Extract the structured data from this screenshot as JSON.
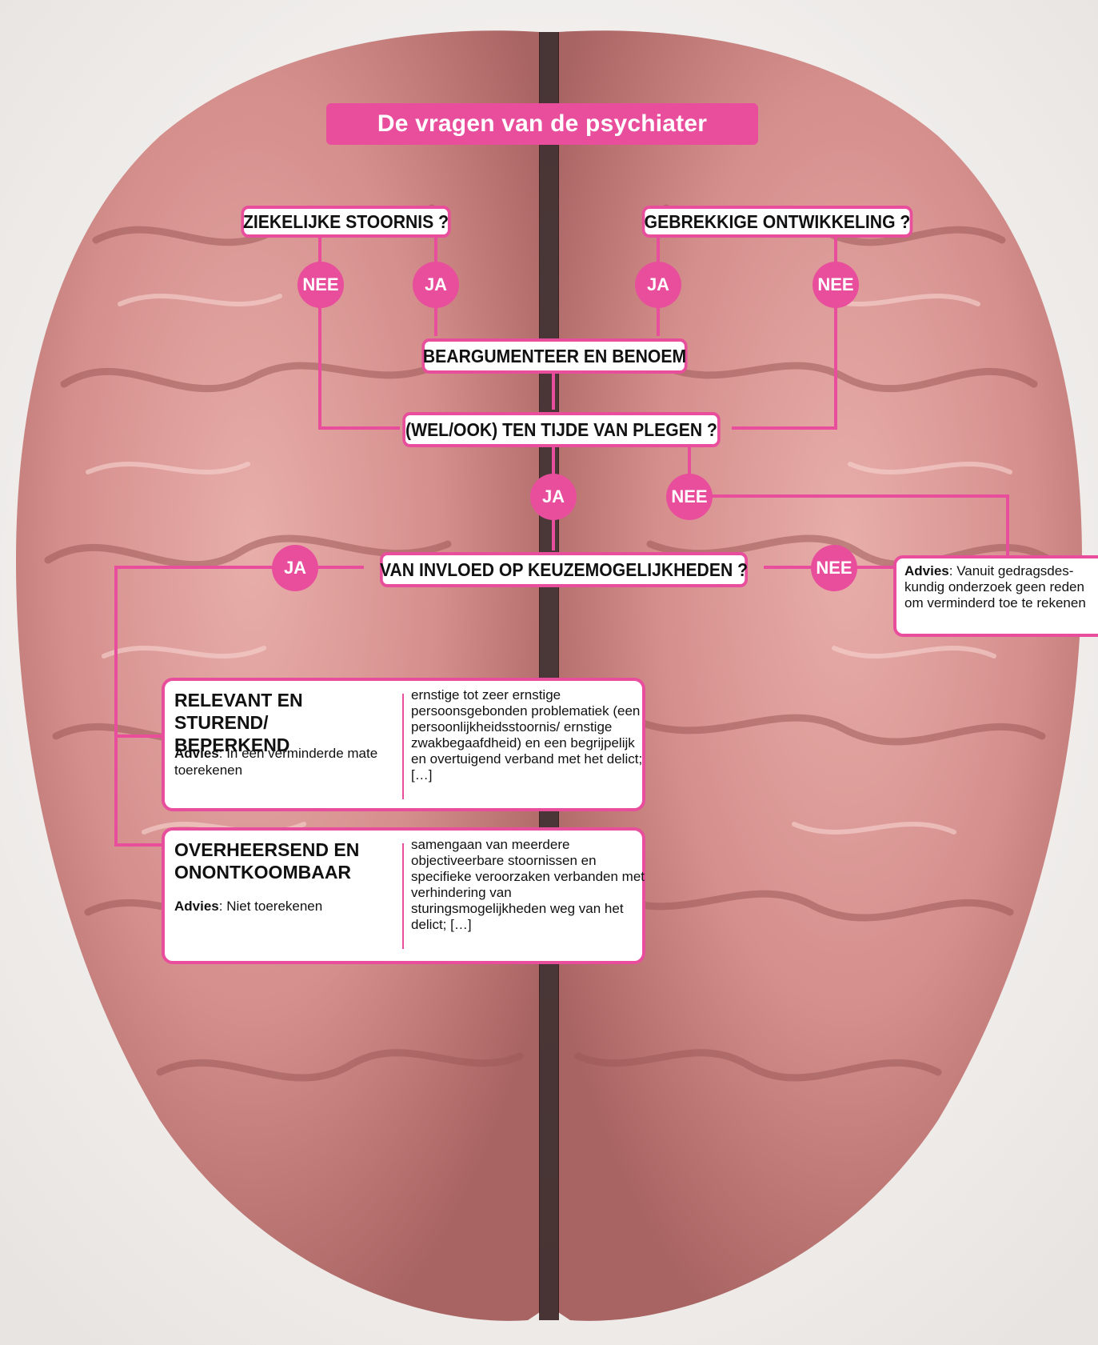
{
  "title": "De vragen van de psychiater",
  "questions": {
    "q1": "ZIEKELIJKE STOORNIS ?",
    "q2": "GEBREKKIGE ONTWIKKELING ?",
    "q3": "BEARGUMENTEER EN BENOEM",
    "q4": "(WEL/OOK) TEN TIJDE VAN PLEGEN ?",
    "q5": "VAN INVLOED OP KEUZEMOGELIJKHEDEN ?"
  },
  "answers": {
    "q1_nee": "NEE",
    "q1_ja": "JA",
    "q2_ja": "JA",
    "q2_nee": "NEE",
    "q4_ja": "JA",
    "q4_nee": "NEE",
    "q5_ja": "JA",
    "q5_nee": "NEE"
  },
  "advice_side": {
    "label": "Advies",
    "text": ": Vanuit gedragsdes-kundig onderzoek geen reden om verminderd toe te rekenen"
  },
  "cards": [
    {
      "heading": "RELEVANT EN STUREND/ BEPERKEND",
      "advice_label": "Advies",
      "advice_text": ": In een verminderde mate toerekenen",
      "description": "ernstige tot zeer ernstige persoonsgebonden problematiek (een persoonlijkheidsstoornis/ ernstige zwakbegaafdheid) en een begrijpelijk en overtuigend verband met het delict; […]"
    },
    {
      "heading": "OVERHEERSEND EN ONONTKOOMBAAR",
      "advice_label": "Advies",
      "advice_text": ": Niet toerekenen",
      "description": "samengaan van meerdere objectiveerbare stoornissen en specifieke veroorzaken verbanden met verhindering van sturingsmogelijkheden weg van het delict; […]"
    }
  ],
  "colors": {
    "accent": "#e94e9c",
    "brain": "#dc9a98",
    "background": "#f3f1ef"
  }
}
